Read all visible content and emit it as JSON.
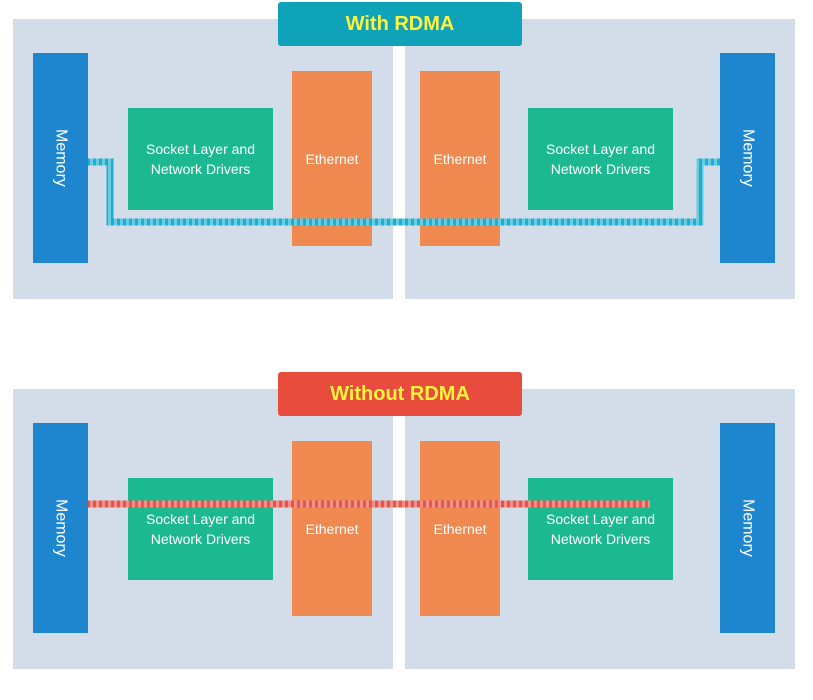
{
  "with_rdma": {
    "title": "With RDMA",
    "title_color": "#0ea3b8",
    "path_color": "#1aaed0",
    "memory_left": "Memory",
    "memory_right": "Memory",
    "socket_left": [
      "Socket Layer and",
      "Network Drivers"
    ],
    "socket_right": [
      "Socket Layer and",
      "Network Drivers"
    ],
    "ethernet_left": "Ethernet",
    "ethernet_right": "Ethernet"
  },
  "without_rdma": {
    "title": "Without RDMA",
    "title_color": "#e74c3c",
    "path_color": "#e8554a",
    "memory_left": "Memory",
    "memory_right": "Memory",
    "socket_left": [
      "Socket Layer and",
      "Network Drivers"
    ],
    "socket_right": [
      "Socket Layer and",
      "Network Drivers"
    ],
    "ethernet_left": "Ethernet",
    "ethernet_right": "Ethernet"
  },
  "colors": {
    "panel": "#d3dde9",
    "memory": "#1e86cf",
    "socket": "#1cb88f",
    "ethernet": "#f0894f",
    "title_text": "#fff23f"
  }
}
